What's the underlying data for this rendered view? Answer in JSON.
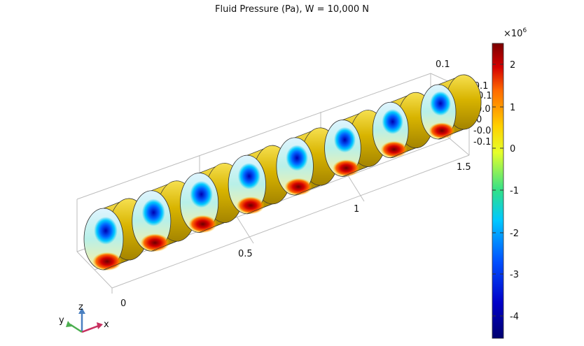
{
  "title": "Fluid Pressure (Pa), W = 10,000 N",
  "axes": {
    "x_ticks": [
      "0",
      "0.5",
      "1",
      "1.5"
    ],
    "y_ticks": [
      "0.1"
    ],
    "z_ticks": [
      "-0.1",
      "0.1",
      "0.0",
      "0",
      "-0.0",
      "-0.1"
    ]
  },
  "triad": {
    "x": "x",
    "y": "y",
    "z": "z"
  },
  "colorbar": {
    "multiplier": "×10",
    "exponent": "6",
    "ticks": [
      "2",
      "1",
      "0",
      "-1",
      "-2",
      "-3",
      "-4"
    ],
    "colors": [
      "#7a0000",
      "#d40000",
      "#ff6a00",
      "#ffd000",
      "#e6ff2a",
      "#30e08a",
      "#00c8ff",
      "#0050ff",
      "#0000c8",
      "#00006e"
    ]
  },
  "bearings": {
    "count": 8,
    "surface_color": "#d8b400"
  }
}
